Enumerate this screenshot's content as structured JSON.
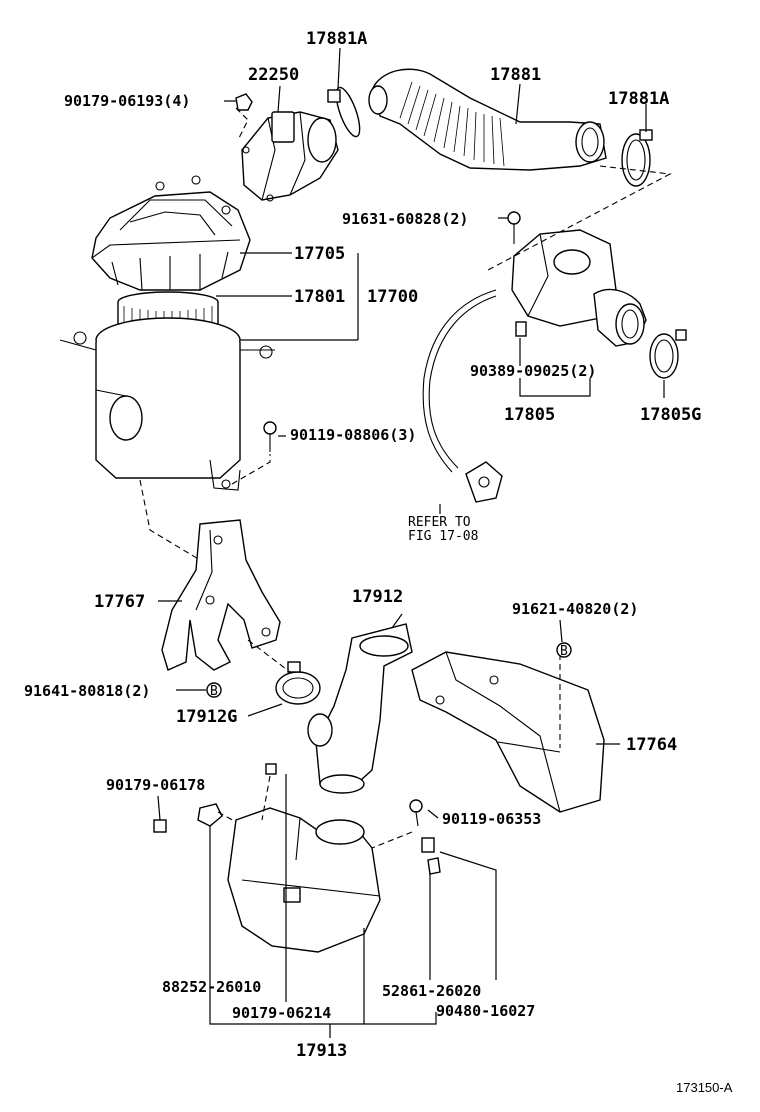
{
  "labels": {
    "p17881A_top": "17881A",
    "p22250": "22250",
    "p90179_06193": "90179-06193(4)",
    "p17881": "17881",
    "p17881A_right": "17881A",
    "p91631_60828": "91631-60828(2)",
    "p17705": "17705",
    "p17801": "17801",
    "p17700": "17700",
    "p90389_09025": "90389-09025(2)",
    "p17805": "17805",
    "p17805G": "17805G",
    "p90119_08806": "90119-08806(3)",
    "refer_line1": "REFER TO",
    "refer_line2": "FIG 17-08",
    "p17912": "17912",
    "p91621_40820": "91621-40820(2)",
    "p17767": "17767",
    "p91641_80818": "91641-80818(2)",
    "p17912G": "17912G",
    "p17764": "17764",
    "p90179_06178": "90179-06178",
    "p90119_06353": "90119-06353",
    "p88252_26010": "88252-26010",
    "p52861_26020": "52861-26020",
    "p90179_06214": "90179-06214",
    "p90480_16027": "90480-16027",
    "p17913": "17913",
    "badge_b": "B",
    "figure_id": "173150-A"
  }
}
